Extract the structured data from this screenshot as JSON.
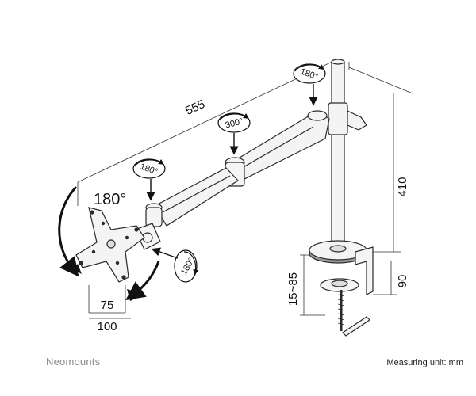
{
  "dimensions": {
    "arm_length": "555",
    "pole_height": "410",
    "clamp_height": "90",
    "desk_thickness": "15~85",
    "vesa_small": "75",
    "vesa_large": "100"
  },
  "rotations": {
    "top_swivel": "180°",
    "middle_swivel": "300°",
    "front_swivel": "180°",
    "tilt": "180°",
    "side_swivel": "180°"
  },
  "footer": {
    "brand": "Neomounts",
    "unit_note": "Measuring unit: mm"
  },
  "colors": {
    "line": "#2a2a2a",
    "fill": "#f4f4f4",
    "shade": "#9a9a9a",
    "dark": "#1a1a1a"
  }
}
